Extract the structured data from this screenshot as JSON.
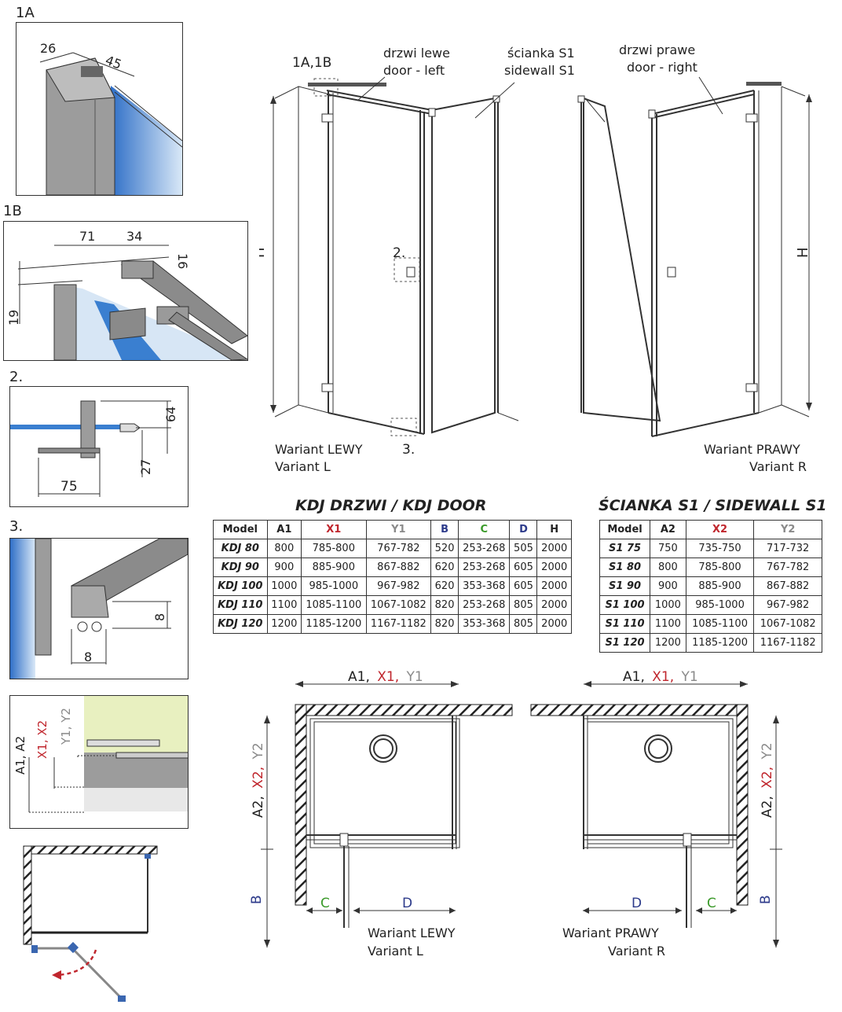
{
  "panels": {
    "p1A": {
      "title": "1A",
      "dim_a": "26",
      "dim_b": "45"
    },
    "p1B": {
      "title": "1B",
      "dim_a": "71",
      "dim_b": "34",
      "dim_c": "16",
      "dim_d": "19"
    },
    "p2": {
      "title": "2.",
      "dim_a": "64",
      "dim_b": "27",
      "dim_c": "75"
    },
    "p3": {
      "title": "3.",
      "dim_a": "8",
      "dim_b": "8"
    },
    "p4": {
      "label_a": "A1, A2",
      "label_b": "X1, X2",
      "label_c": "Y1, Y2"
    }
  },
  "elevation": {
    "callout_1a1b": "1A,1B",
    "callout_2": "2.",
    "callout_3": "3.",
    "door_left_pl": "drzwi lewe",
    "door_left_en": "door - left",
    "sidewall_pl": "ścianka S1",
    "sidewall_en": "sidewall S1",
    "door_right_pl": "drzwi prawe",
    "door_right_en": "door - right",
    "height_label": "H",
    "variant_left_pl": "Wariant LEWY",
    "variant_left_en": "Variant L",
    "variant_right_pl": "Wariant PRAWY",
    "variant_right_en": "Variant R"
  },
  "door_table": {
    "title": "KDJ DRZWI / KDJ DOOR",
    "headers": [
      "Model",
      "A1",
      "X1",
      "Y1",
      "B",
      "C",
      "D",
      "H"
    ],
    "rows": [
      [
        "KDJ 80",
        "800",
        "785-800",
        "767-782",
        "520",
        "253-268",
        "505",
        "2000"
      ],
      [
        "KDJ 90",
        "900",
        "885-900",
        "867-882",
        "620",
        "253-268",
        "605",
        "2000"
      ],
      [
        "KDJ 100",
        "1000",
        "985-1000",
        "967-982",
        "620",
        "353-368",
        "605",
        "2000"
      ],
      [
        "KDJ 110",
        "1100",
        "1085-1100",
        "1067-1082",
        "820",
        "253-268",
        "805",
        "2000"
      ],
      [
        "KDJ 120",
        "1200",
        "1185-1200",
        "1167-1182",
        "820",
        "353-368",
        "805",
        "2000"
      ]
    ]
  },
  "sidewall_table": {
    "title": "ŚCIANKA S1 / SIDEWALL S1",
    "headers": [
      "Model",
      "A2",
      "X2",
      "Y2"
    ],
    "rows": [
      [
        "S1 75",
        "750",
        "735-750",
        "717-732"
      ],
      [
        "S1 80",
        "800",
        "785-800",
        "767-782"
      ],
      [
        "S1 90",
        "900",
        "885-900",
        "867-882"
      ],
      [
        "S1 100",
        "1000",
        "985-1000",
        "967-982"
      ],
      [
        "S1 110",
        "1100",
        "1085-1100",
        "1067-1082"
      ],
      [
        "S1 120",
        "1200",
        "1185-1200",
        "1167-1182"
      ]
    ]
  },
  "plan": {
    "top_dim_a": "A1,",
    "top_dim_x": "X1,",
    "top_dim_y": "Y1",
    "side_a": "A2,",
    "side_x": "X2,",
    "side_y": "Y2",
    "b": "B",
    "c": "C",
    "d": "D",
    "variant_left_pl": "Wariant LEWY",
    "variant_left_en": "Variant L",
    "variant_right_pl": "Wariant PRAWY",
    "variant_right_en": "Variant R"
  },
  "colors": {
    "x_red": "#c0262d",
    "y_grey": "#8a8a8a",
    "b_blue": "#2c3a8a",
    "c_green": "#3b9a2a",
    "glass_blue": "#3a7fd0"
  }
}
